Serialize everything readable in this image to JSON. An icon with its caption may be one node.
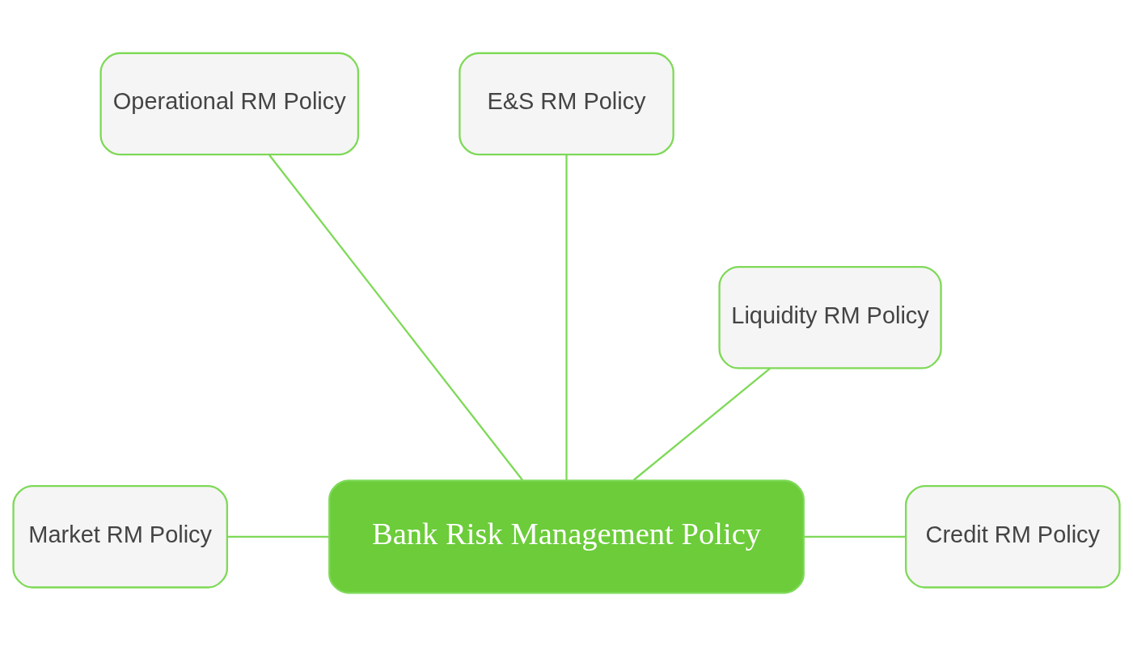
{
  "diagram": {
    "nodes": [
      {
        "text": [
          "Operational RM Policy"
        ]
      },
      {
        "text": [
          "E&S RM Policy"
        ]
      },
      {
        "text": [
          "Liquidity RM Policy"
        ]
      },
      {
        "text": [
          "Market RM Policy"
        ]
      },
      {
        "text": [
          "Bank Risk Management Policy"
        ]
      },
      {
        "text": [
          "Credit RM Policy"
        ]
      }
    ],
    "edges": [
      {
        "from": 4,
        "to": 0,
        "arrow": "none"
      },
      {
        "from": 4,
        "to": 2,
        "arrow": "none"
      },
      {
        "from": 4,
        "to": 1,
        "arrow": "none"
      },
      {
        "from": 3,
        "to": 4,
        "arrow": "none"
      },
      {
        "from": 4,
        "to": 5,
        "arrow": "none"
      }
    ]
  }
}
